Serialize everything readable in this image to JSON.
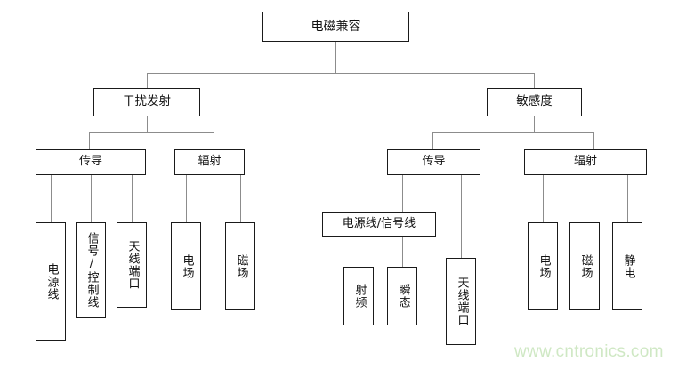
{
  "diagram": {
    "title": "电磁兼容",
    "type": "tree",
    "root": {
      "label": "电磁兼容"
    },
    "level2": [
      {
        "label": "干扰发射"
      },
      {
        "label": "敏感度"
      }
    ],
    "level3": [
      {
        "label": "传导",
        "parent": "干扰发射"
      },
      {
        "label": "辐射",
        "parent": "干扰发射"
      },
      {
        "label": "传导",
        "parent": "敏感度"
      },
      {
        "label": "辐射",
        "parent": "敏感度"
      }
    ],
    "leaves_emission_conducted": [
      {
        "label": "电源线"
      },
      {
        "label": "信号/控制线"
      },
      {
        "label": "天线端口"
      }
    ],
    "leaves_emission_radiated": [
      {
        "label": "电场"
      },
      {
        "label": "磁场"
      }
    ],
    "susceptibility_conducted": {
      "group_label": "电源线/信号线",
      "group_children": [
        {
          "label": "射频"
        },
        {
          "label": "瞬态"
        }
      ],
      "direct_child": {
        "label": "天线端口"
      }
    },
    "leaves_susceptibility_radiated": [
      {
        "label": "电场"
      },
      {
        "label": "磁场"
      },
      {
        "label": "静电"
      }
    ],
    "watermark": "www.cntronics.com",
    "colors": {
      "box_border": "#1a1a1a",
      "connector": "#8c8c8c",
      "text": "#111111",
      "watermark": "#cfe8c4",
      "background": "#ffffff"
    }
  }
}
